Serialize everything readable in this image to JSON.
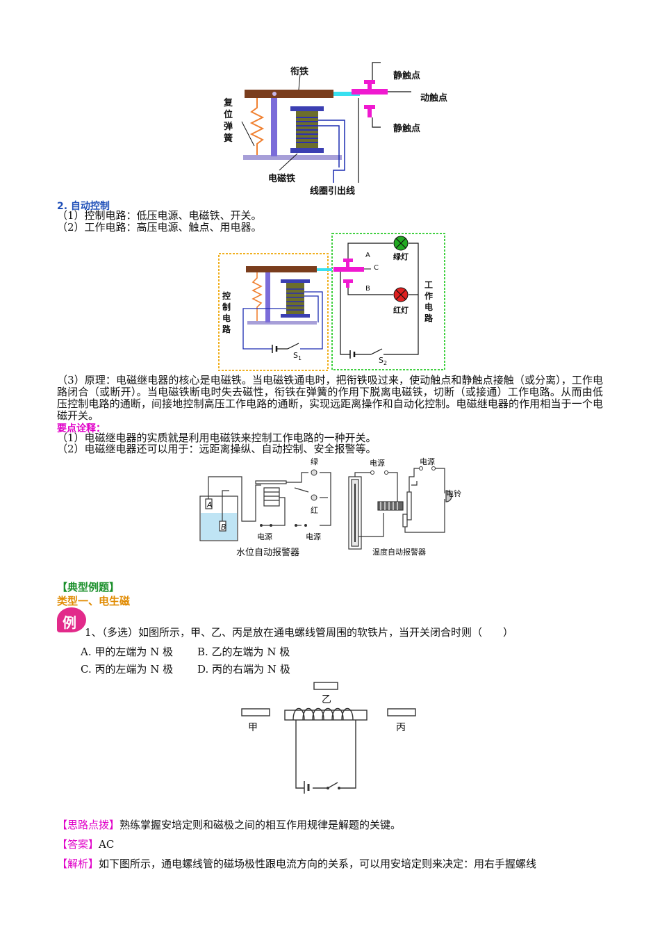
{
  "fig1": {
    "armature": "衔铁",
    "static_contact_top": "静触点",
    "moving_contact": "动触点",
    "static_contact_bottom": "静触点",
    "spring": [
      "复",
      "位",
      "弹",
      "簧"
    ],
    "electromagnet": "电磁铁",
    "coil_leads": "线圈引出线"
  },
  "section2": {
    "title": "2. 自动控制",
    "line1": "（1）控制电路：低压电源、电磁铁、开关。",
    "line2": "（2）工作电路：高压电源、触点、用电器。"
  },
  "fig2": {
    "control_circuit": [
      "控",
      "制",
      "电",
      "路"
    ],
    "work_circuit": [
      "工",
      "作",
      "电",
      "路"
    ],
    "contact_a": "A",
    "contact_c": "C",
    "contact_b": "B",
    "green_light": "绿灯",
    "red_light": "红灯",
    "s1": "S",
    "s1_sub": "1",
    "s2": "S",
    "s2_sub": "2"
  },
  "principle": {
    "text": "（3）原理：电磁继电器的核心是电磁铁。当电磁铁通电时，把衔铁吸过来，使动触点和静触点接触（或分离），工作电路闭合（或断开）。当电磁铁断电时失去磁性，衔铁在弹簧的作用下脱离电磁铁，切断（或接通）工作电路。从而由低压控制电路的通断，间接地控制高压工作电路的通断，实现远距离操作和自动化控制。电磁继电器的作用相当于一个电磁开关。"
  },
  "key_points": {
    "title": "要点诠释：",
    "line1": "（1）电磁继电器的实质就是利用电磁铁来控制工作电路的一种开关。",
    "line2": "（2）电磁继电器还可以用于：远距离操纵、自动控制、安全报警等。"
  },
  "fig3": {
    "green": "绿",
    "red": "红",
    "power1": "电源",
    "power2": "电源",
    "a": "A",
    "b": "B",
    "water_caption": "水位自动报警器",
    "power3": "电源",
    "power4": "电源",
    "bell": "电铃",
    "temp_caption": "温度自动报警器"
  },
  "examples": {
    "title": "【典型例题】",
    "type1": "类型一、电生磁",
    "badge": "例",
    "question": "1、（多选）如图所示，甲、乙、丙是放在通电螺线管周围的软铁片，当开关闭合时则（　　）",
    "opt_a": "A. 甲的左端为 N 极",
    "opt_b": "B. 乙的左端为 N 极",
    "opt_c": "C. 丙的左端为 N 极",
    "opt_d": "D. 丙的右端为 N 极"
  },
  "fig4": {
    "jia": "甲",
    "yi": "乙",
    "bing": "丙"
  },
  "answer": {
    "hint_label": "【思路点拨】",
    "hint_text": "熟练掌握安培定则和磁极之间的相互作用规律是解题的关键。",
    "ans_label": "【答案】",
    "ans_text": "AC",
    "analysis_label": "【解析】",
    "analysis_text": "如下图所示，通电螺线管的磁场极性跟电流方向的关系，可以用安培定则来决定：用右手握螺线"
  }
}
